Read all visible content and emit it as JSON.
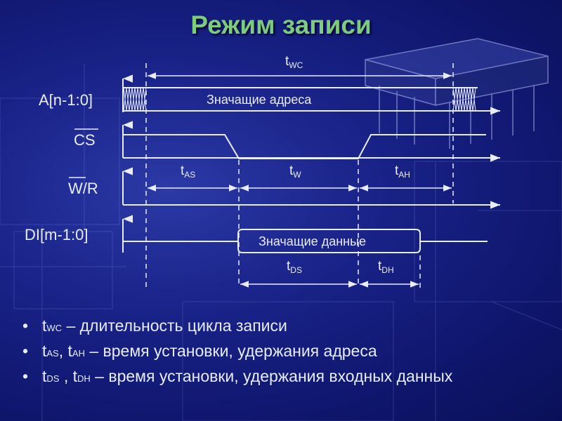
{
  "title": "Режим записи",
  "signals": {
    "addr": "A[n-1:0]",
    "cs": "CS",
    "wr": "W/R",
    "di": "DI[m-1:0]"
  },
  "boxes": {
    "addr": "Значащие адреса",
    "data": "Значащие данные"
  },
  "timings": {
    "wc": {
      "t": "t",
      "sub": "WC"
    },
    "as": {
      "t": "t",
      "sub": "AS"
    },
    "w": {
      "t": "t",
      "sub": "W"
    },
    "ah": {
      "t": "t",
      "sub": "AH"
    },
    "ds": {
      "t": "t",
      "sub": "DS"
    },
    "dh": {
      "t": "t",
      "sub": "DH"
    }
  },
  "bullets": [
    {
      "t1": "t",
      "s1": "WC",
      "rest": " – длительность цикла записи"
    },
    {
      "t1": "t",
      "s1": "AS",
      "mid": ", ",
      "t2": "t",
      "s2": "AH",
      "rest": " – время установки, удержания адреса"
    },
    {
      "t1": "t",
      "s1": "DS",
      "mid": " , ",
      "t2": "t",
      "s2": "DH",
      "rest": " – время установки, удержания входных данных"
    }
  ],
  "colors": {
    "background": "#1a248a",
    "title": "#7ccc7c",
    "lines": "#e8ecff"
  }
}
